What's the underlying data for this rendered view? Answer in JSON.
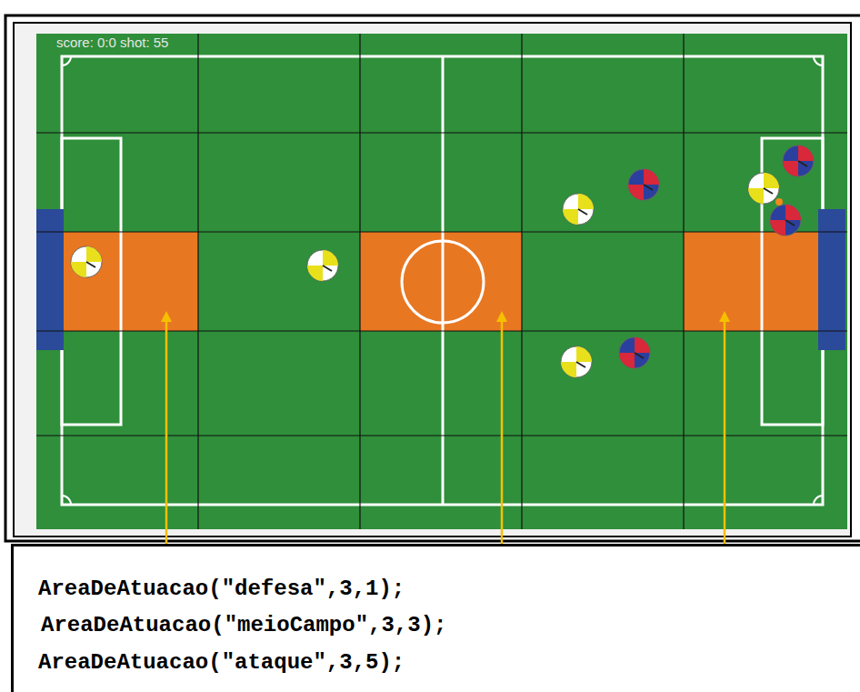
{
  "diagram": {
    "nodes": [
      {
        "text": [
          "AreaDeAtuacao(\"defesa\",3,1);",
          "AreaDeAtuacao(\"meioCampo\",3,3);",
          "AreaDeAtuacao(\"ataque\",3,5);"
        ]
      }
    ],
    "labels": [
      "score: 0:0 shot: 55"
    ]
  }
}
